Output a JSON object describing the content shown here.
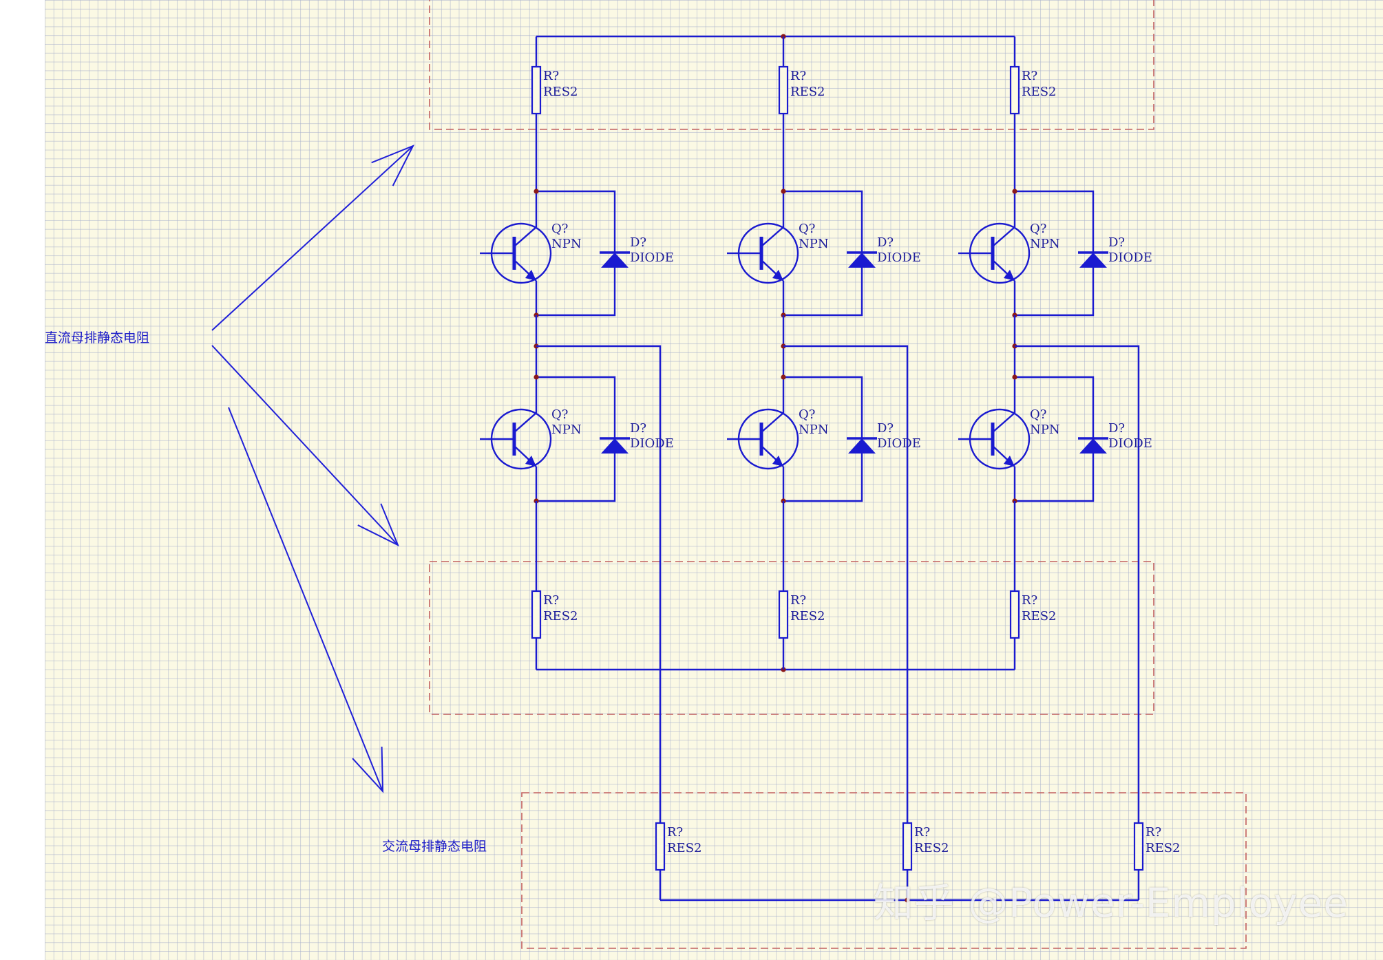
{
  "annotations": {
    "dc_bus_label": "直流母排静态电阻",
    "ac_bus_label": "交流母排静态电阻"
  },
  "components": {
    "resistor_ref": "R?",
    "resistor_value": "RES2",
    "transistor_ref": "Q?",
    "transistor_value": "NPN",
    "diode_ref": "D?",
    "diode_value": "DIODE"
  },
  "watermark": "知乎 @Power-Employee",
  "colors": {
    "wire": "#1a1ad0",
    "junction": "#8b1a1a",
    "region_border": "#c26060",
    "arrow": "#1f1fd8",
    "grid_background": "#fbf9e4"
  }
}
